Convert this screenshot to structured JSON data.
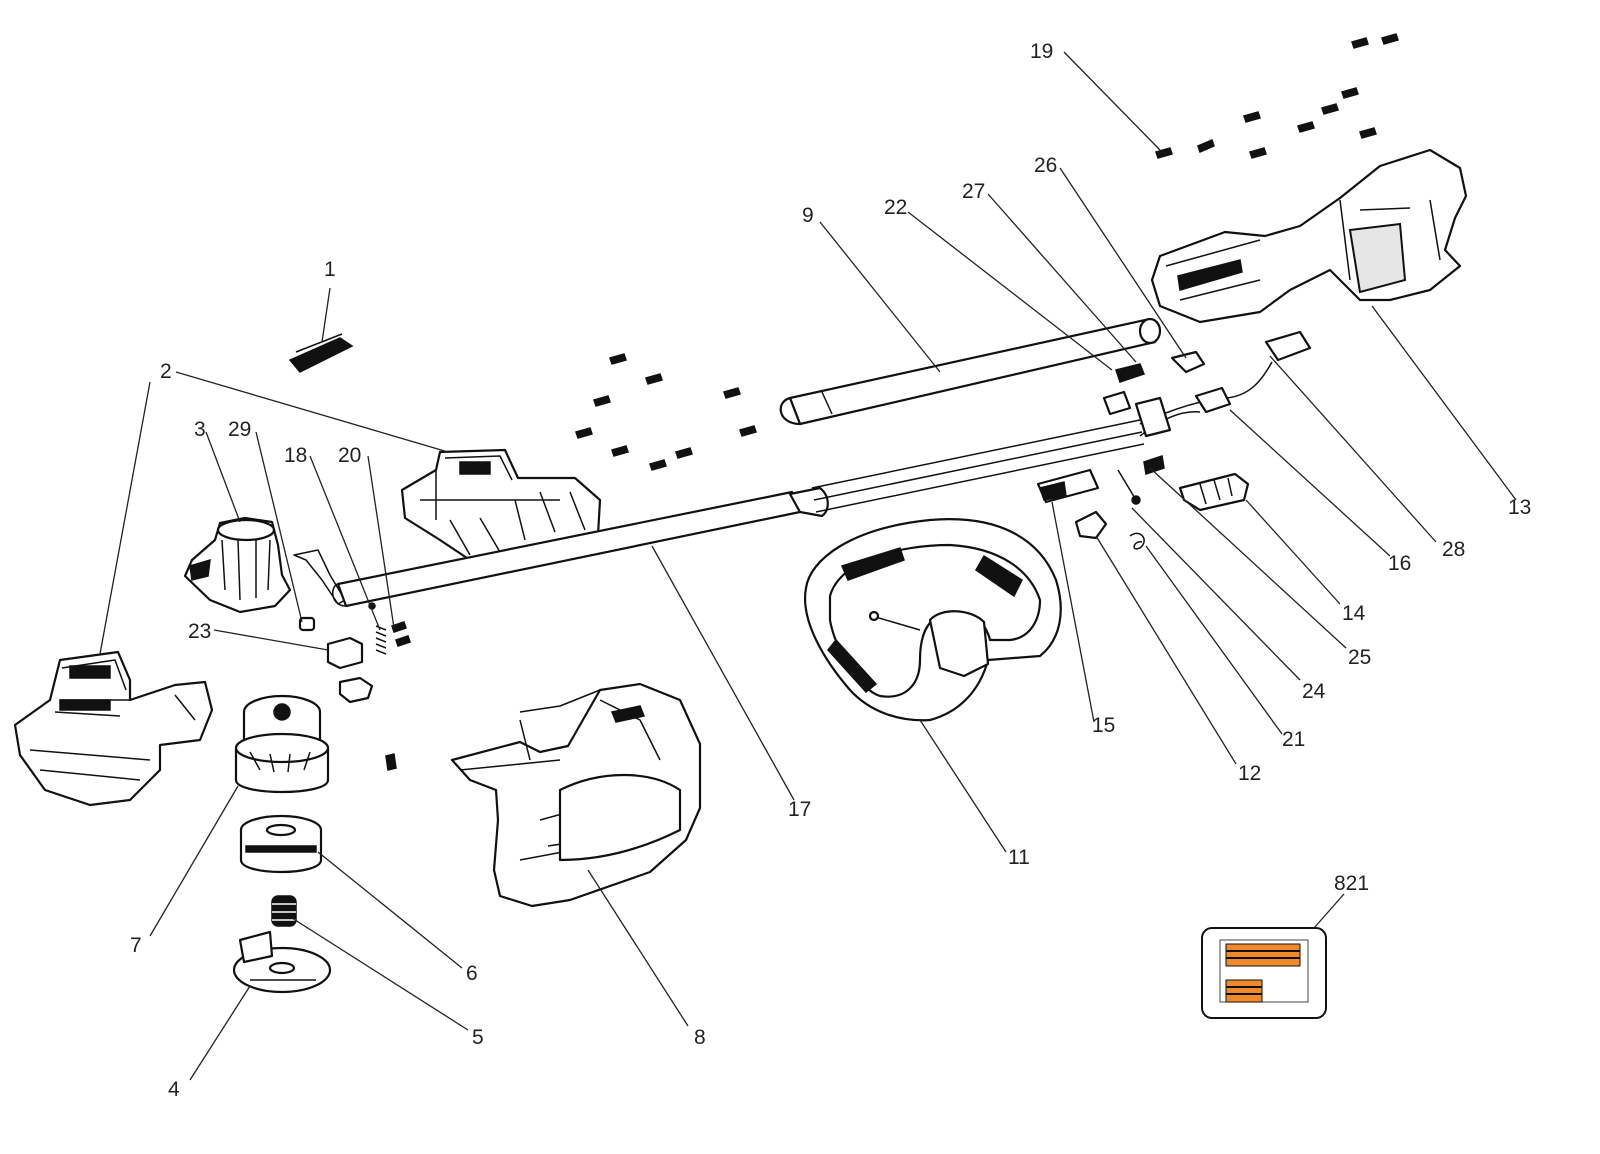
{
  "diagram": {
    "callouts": [
      {
        "id": "1",
        "label": "1"
      },
      {
        "id": "2a",
        "label": "2"
      },
      {
        "id": "2b",
        "label": "2"
      },
      {
        "id": "3",
        "label": "3"
      },
      {
        "id": "4",
        "label": "4"
      },
      {
        "id": "5",
        "label": "5"
      },
      {
        "id": "6",
        "label": "6"
      },
      {
        "id": "7",
        "label": "7"
      },
      {
        "id": "8",
        "label": "8"
      },
      {
        "id": "9",
        "label": "9"
      },
      {
        "id": "11",
        "label": "11"
      },
      {
        "id": "12",
        "label": "12"
      },
      {
        "id": "13",
        "label": "13"
      },
      {
        "id": "14",
        "label": "14"
      },
      {
        "id": "15",
        "label": "15"
      },
      {
        "id": "16",
        "label": "16"
      },
      {
        "id": "17",
        "label": "17"
      },
      {
        "id": "18",
        "label": "18"
      },
      {
        "id": "19",
        "label": "19"
      },
      {
        "id": "20",
        "label": "20"
      },
      {
        "id": "21",
        "label": "21"
      },
      {
        "id": "22",
        "label": "22"
      },
      {
        "id": "23",
        "label": "23"
      },
      {
        "id": "24",
        "label": "24"
      },
      {
        "id": "25",
        "label": "25"
      },
      {
        "id": "26",
        "label": "26"
      },
      {
        "id": "27",
        "label": "27"
      },
      {
        "id": "28",
        "label": "28"
      },
      {
        "id": "29",
        "label": "29"
      },
      {
        "id": "821",
        "label": "821"
      }
    ],
    "colors": {
      "line": "#111111",
      "label_accent": "#f08a2c"
    }
  }
}
